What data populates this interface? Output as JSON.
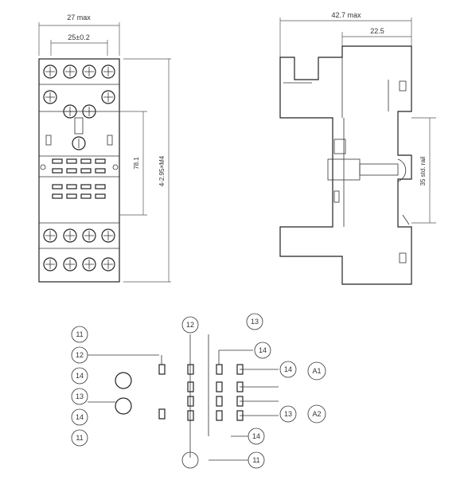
{
  "figure": {
    "front_view": {
      "width_label": "27 max",
      "pitch_label": "25±0.2",
      "height_label": "78.1",
      "mount_label": "4-2.95×M4"
    },
    "side_view": {
      "depth_label": "42.7 max",
      "inner_label": "22.5",
      "rail_label": "35 std. rail"
    },
    "wiring": {
      "left_terminals": [
        "11",
        "12",
        "14",
        "13",
        "14",
        "11"
      ],
      "right_terminals": [
        "12",
        "13",
        "14",
        "14",
        "13",
        "14",
        "11"
      ],
      "coil_labels": [
        "A1",
        "A2"
      ]
    }
  }
}
